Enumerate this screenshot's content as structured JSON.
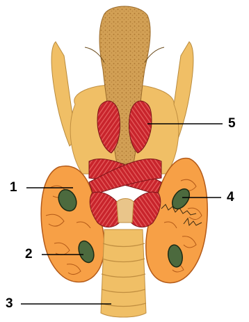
{
  "labels": [
    {
      "id": "label-1",
      "text": "1"
    },
    {
      "id": "label-2",
      "text": "2"
    },
    {
      "id": "label-3",
      "text": "3"
    },
    {
      "id": "label-4",
      "text": "4"
    },
    {
      "id": "label-5",
      "text": "5"
    }
  ],
  "colors": {
    "tissue": "#f0bf66",
    "tissue_dark": "#c89a4a",
    "esophagus": "#d09a4c",
    "muscle": "#c8242c",
    "gland": "#f7a046",
    "gland_outline": "#b45a18",
    "parathyroid": "#4c6a3e",
    "line": "#000000"
  }
}
